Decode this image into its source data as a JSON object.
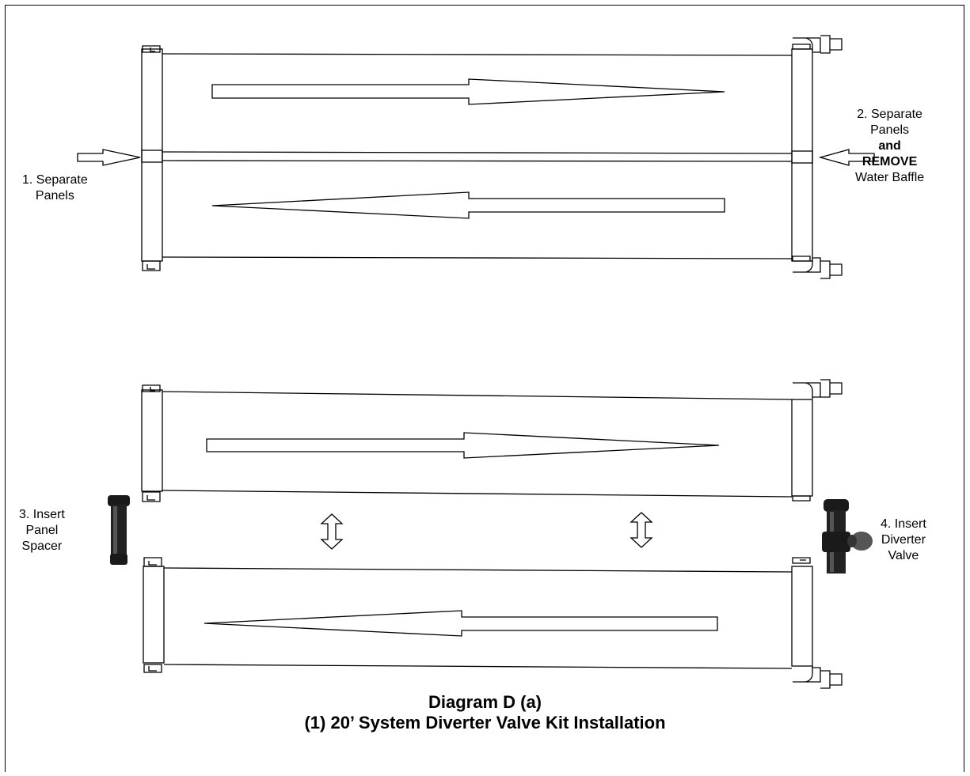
{
  "step1": {
    "line1": "1. Separate",
    "line2": "Panels"
  },
  "step2": {
    "line1": "2. Separate",
    "line2": "Panels",
    "line3": "and",
    "line4": "REMOVE",
    "line5": "Water Baffle"
  },
  "step3": {
    "line1": "3. Insert",
    "line2": "Panel",
    "line3": "Spacer"
  },
  "step4": {
    "line1": "4. Insert",
    "line2": "Diverter",
    "line3": "Valve"
  },
  "caption": {
    "title": "Diagram D (a)",
    "subtitle": "(1) 20’ System Diverter Valve Kit Installation"
  }
}
